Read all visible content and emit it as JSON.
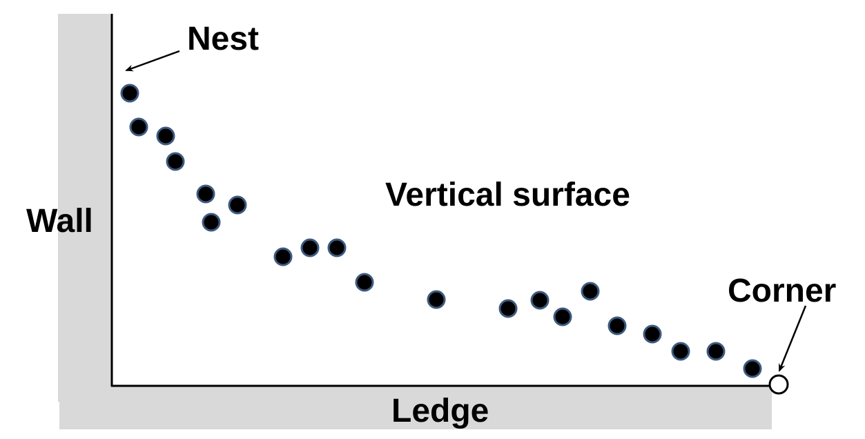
{
  "labels": {
    "nest": "Nest",
    "wall": "Wall",
    "vertical_surface": "Vertical surface",
    "corner": "Corner",
    "ledge": "Ledge"
  },
  "colors": {
    "surface_fill": "#d9d9d9",
    "axis_line": "#000000",
    "dot_fill": "#000000",
    "dot_stroke": "#3d5a80",
    "corner_fill": "#ffffff",
    "corner_stroke": "#000000"
  },
  "dot_count": 22
}
